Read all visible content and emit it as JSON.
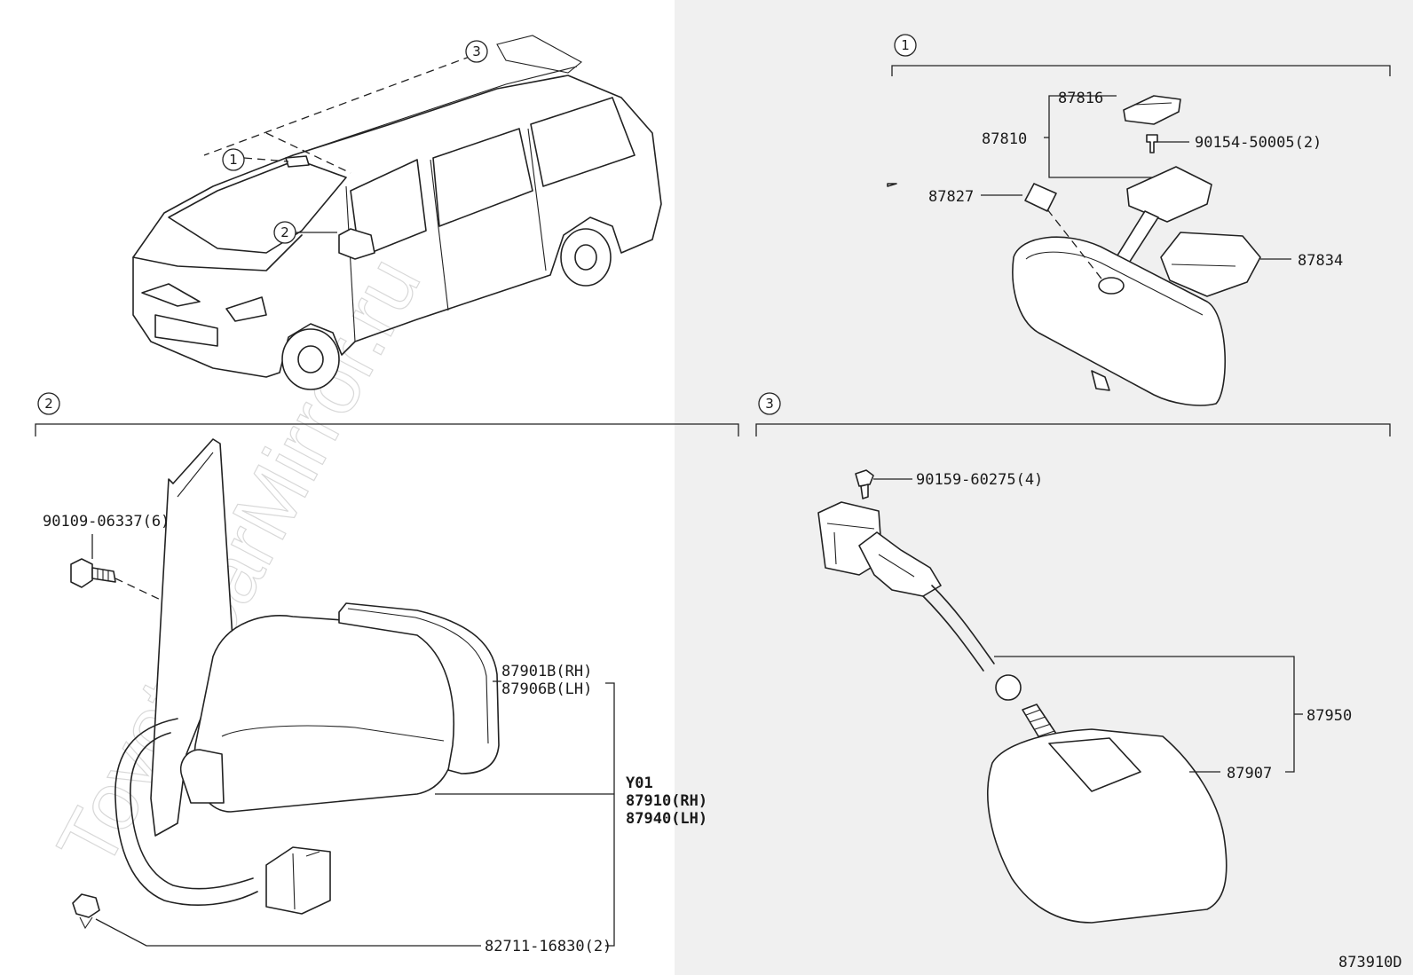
{
  "colors": {
    "panel_shade": "#f0f0f0",
    "line": "#222222",
    "background": "#ffffff"
  },
  "watermark": "ToyotaCarMirror.ru",
  "diagram_code": "873910D",
  "overview": {
    "callouts": [
      "1",
      "2",
      "3"
    ]
  },
  "section1": {
    "callout": "1",
    "parts": {
      "p87816": "87816",
      "p87810": "87810",
      "p90154": "90154-50005(2)",
      "p87827": "87827",
      "p87834": "87834"
    }
  },
  "section2": {
    "callout": "2",
    "parts": {
      "p90109": "90109-06337(6)",
      "p87901B": "87901B(RH)",
      "p87906B": "87906B(LH)",
      "pY01": "Y01",
      "p87910": "87910(RH)",
      "p87940": "87940(LH)",
      "p82711": "82711-16830(2)"
    }
  },
  "section3": {
    "callout": "3",
    "parts": {
      "p90159": "90159-60275(4)",
      "p87950": "87950",
      "p87907": "87907"
    }
  }
}
